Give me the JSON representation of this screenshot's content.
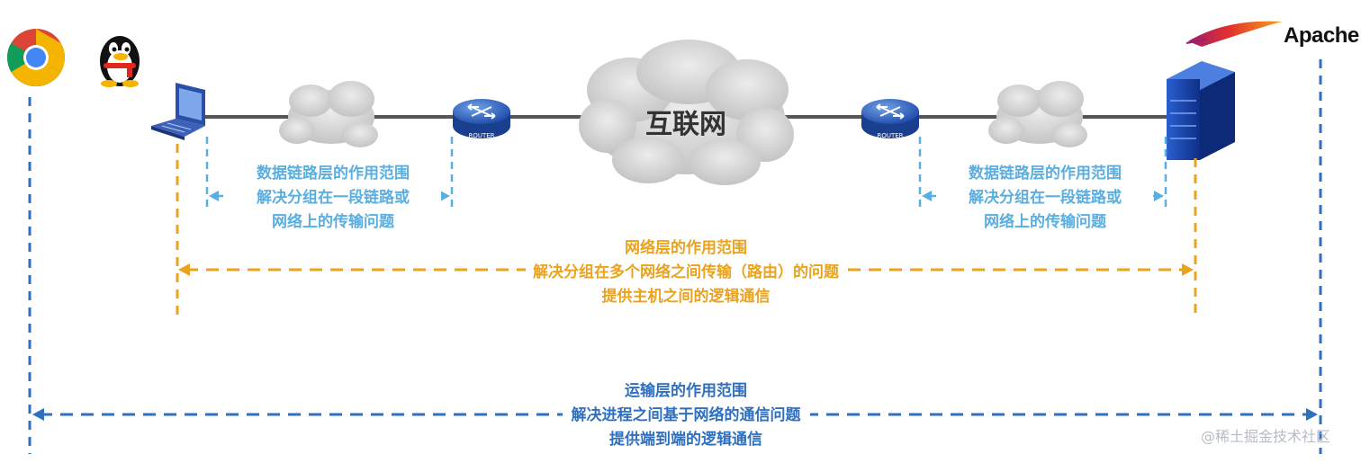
{
  "internet_label": "互联网",
  "router_label": "ROUTER",
  "apache_label": "Apache",
  "watermark": "@稀土掘金技术社区",
  "data_link_layer": {
    "lines": [
      "数据链路层的作用范围",
      "解决分组在一段链路或",
      "网络上的传输问题"
    ]
  },
  "network_layer": {
    "lines": [
      "网络层的作用范围",
      "解决分组在多个网络之间传输（路由）的问题",
      "提供主机之间的逻辑通信"
    ]
  },
  "transport_layer": {
    "lines": [
      "运输层的作用范围",
      "解决进程之间基于网络的通信问题",
      "提供端到端的逻辑通信"
    ]
  },
  "icons": {
    "browser": "chrome-icon",
    "im": "qq-penguin-icon",
    "client": "laptop-icon",
    "server": "server-icon",
    "web_server": "apache-feather-icon"
  },
  "colors": {
    "data_link": "#5aaee0",
    "network": "#eba21c",
    "transport": "#2f6fbf",
    "link": "#555555",
    "cloud": "#cfcfcf"
  }
}
